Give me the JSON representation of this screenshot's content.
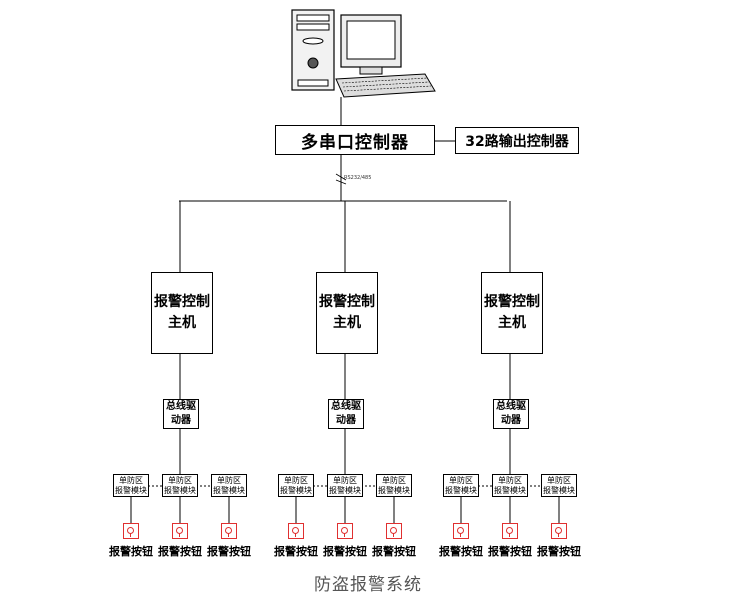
{
  "multi_serial_controller": "多串口控制器",
  "output_controller": "32路输出控制器",
  "bus_tag": "RS232/485",
  "alarm_host_label": "报警控制主机",
  "bus_driver_label": "总线驱动器",
  "zone_module_line1": "单防区",
  "zone_module_line2": "报警模块",
  "alarm_button_label": "报警按钮",
  "caption": "防盗报警系统",
  "colors": {
    "alarm_button": "#e03030",
    "line": "#000000"
  }
}
